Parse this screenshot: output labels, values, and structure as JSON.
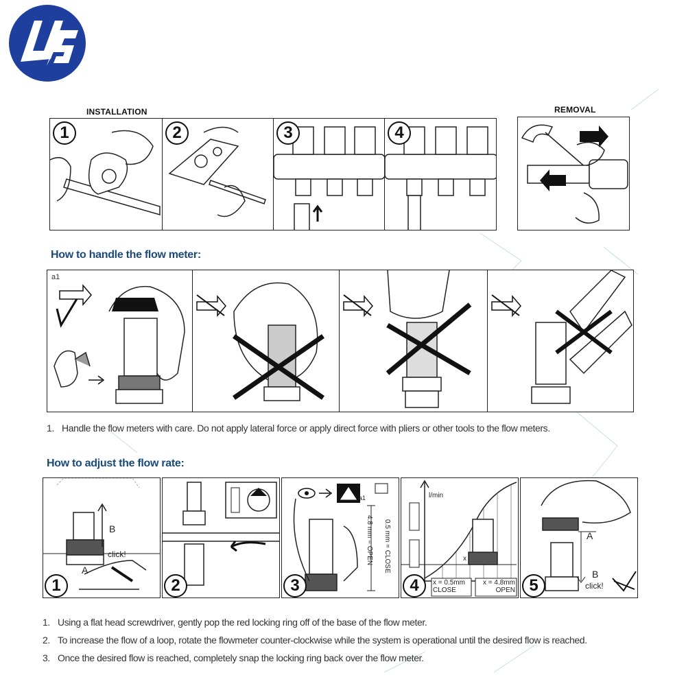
{
  "header": {
    "installation_label": "INSTALLATION",
    "removal_label": "REMOVAL"
  },
  "installation_steps": [
    "1",
    "2",
    "3",
    "4"
  ],
  "handle_section": {
    "title": "How to handle the flow meter:",
    "panel_label": "a1",
    "instructions": [
      {
        "num": "1.",
        "text": "Handle the flow meters with care. Do not apply lateral force or apply direct force with pliers or other tools to the flow meters."
      }
    ]
  },
  "adjust_section": {
    "title": "How to adjust the flow rate:",
    "steps": [
      "1",
      "2",
      "3",
      "4",
      "5"
    ],
    "labels": {
      "b": "B",
      "a": "A",
      "click": "click!",
      "a1": "a1",
      "close_dim": "0.5 mm = CLOSE",
      "open_dim": "4.8 mm = OPEN",
      "lmin": "l/min",
      "x": "x",
      "x_close": "x = 0.5mm",
      "close": "CLOSE",
      "x_open": "x = 4.8mm",
      "open": "OPEN"
    },
    "instructions": [
      {
        "num": "1.",
        "text": "Using a flat head screwdriver, gently pop the red locking ring off of the base of the flow meter."
      },
      {
        "num": "2.",
        "text": "To increase the flow of a loop, rotate the flowmeter counter-clockwise while the system is operational until the desired flow is reached."
      },
      {
        "num": "3.",
        "text": "Once the desired flow is reached, completely snap the locking ring back over the flow meter."
      }
    ]
  },
  "colors": {
    "logo_blue": "#1f3f9e",
    "title_blue": "#1b4a78",
    "line": "#222222"
  }
}
